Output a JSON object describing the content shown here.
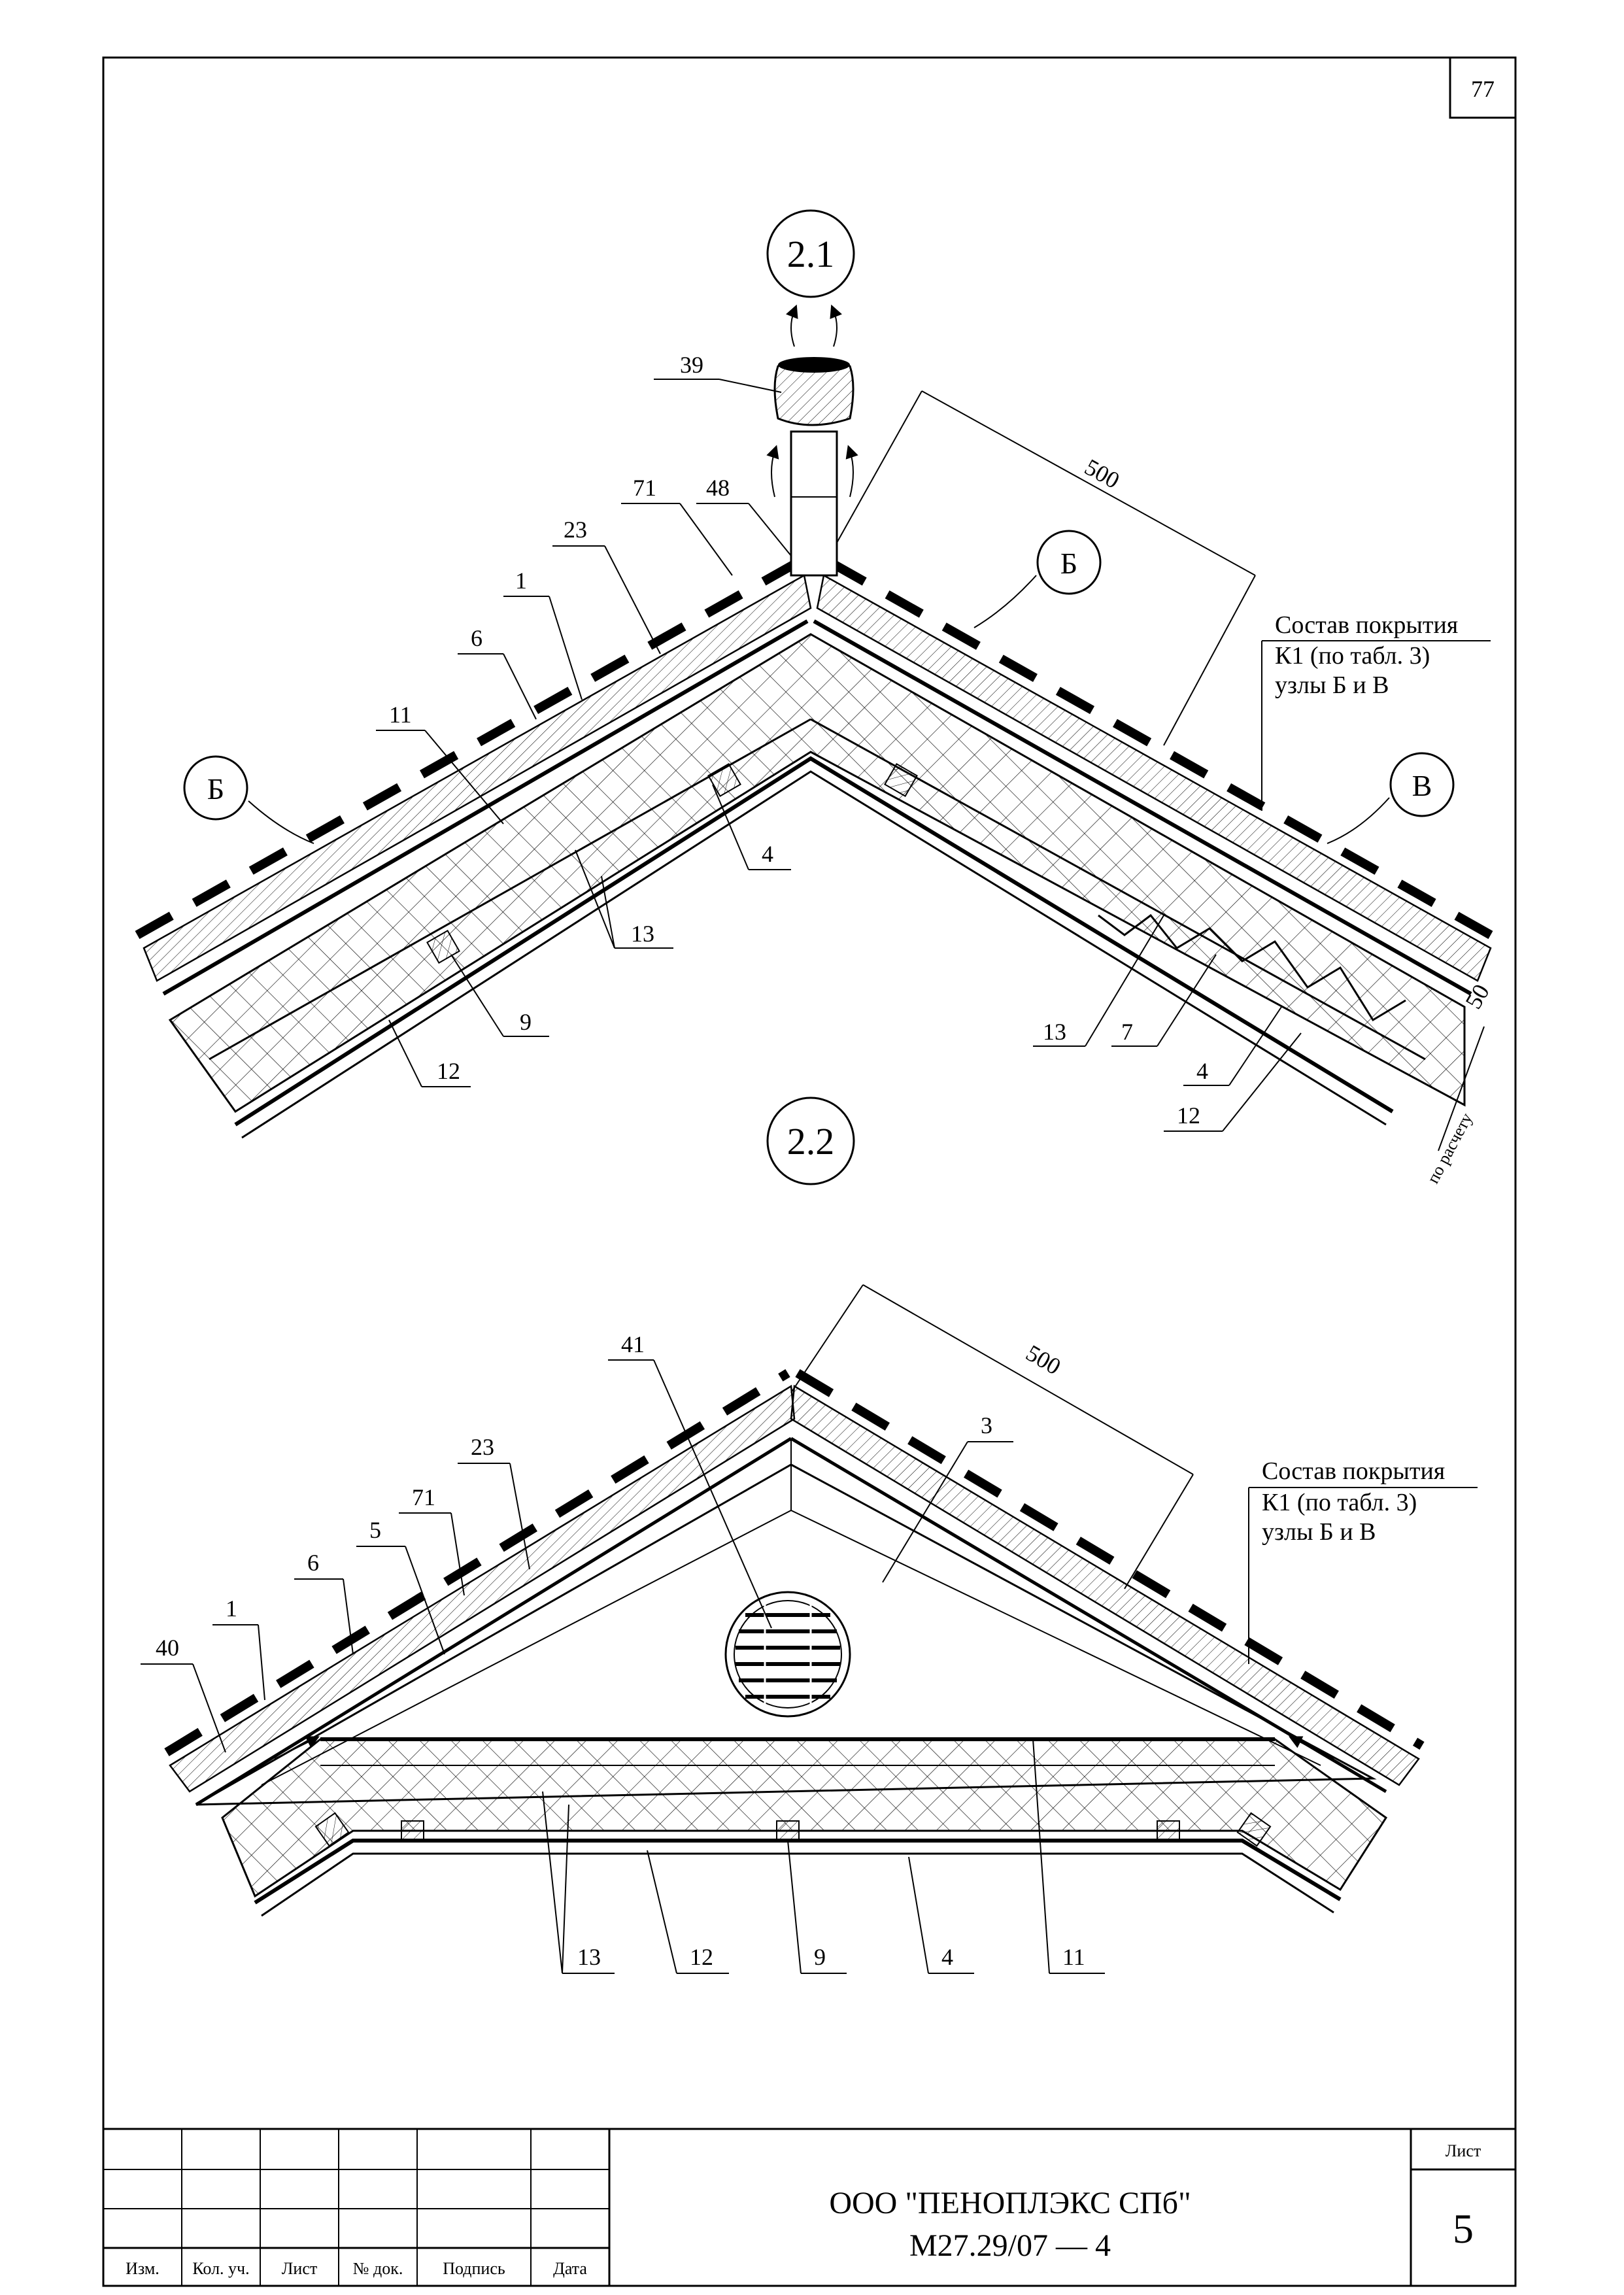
{
  "page_number": "77",
  "sections": [
    {
      "id": "2.1",
      "labels": [
        "39",
        "71",
        "48",
        "23",
        "1",
        "6",
        "11",
        "4",
        "13",
        "9",
        "12",
        "13",
        "7",
        "4",
        "12"
      ],
      "callouts": [
        "Б",
        "Б",
        "В"
      ],
      "dimension": "500",
      "dim_small": "50",
      "dim_calc": "по расчету",
      "note": [
        "Состав покрытия",
        "К1 (по табл. 3)",
        "узлы Б и В"
      ]
    },
    {
      "id": "2.2",
      "labels": [
        "41",
        "3",
        "23",
        "71",
        "5",
        "6",
        "1",
        "40",
        "13",
        "12",
        "9",
        "4",
        "11"
      ],
      "dimension": "500",
      "note": [
        "Состав покрытия",
        "К1 (по табл. 3)",
        "узлы Б и В"
      ]
    }
  ],
  "title_block": {
    "headers": [
      "Изм.",
      "Кол. уч.",
      "Лист",
      "№ док.",
      "Подпись",
      "Дата"
    ],
    "company": "ООО \"ПЕНОПЛЭКС СПб\"",
    "doc_code": "М27.29/07 — 4",
    "sheet_label": "Лист",
    "sheet_number": "5"
  }
}
